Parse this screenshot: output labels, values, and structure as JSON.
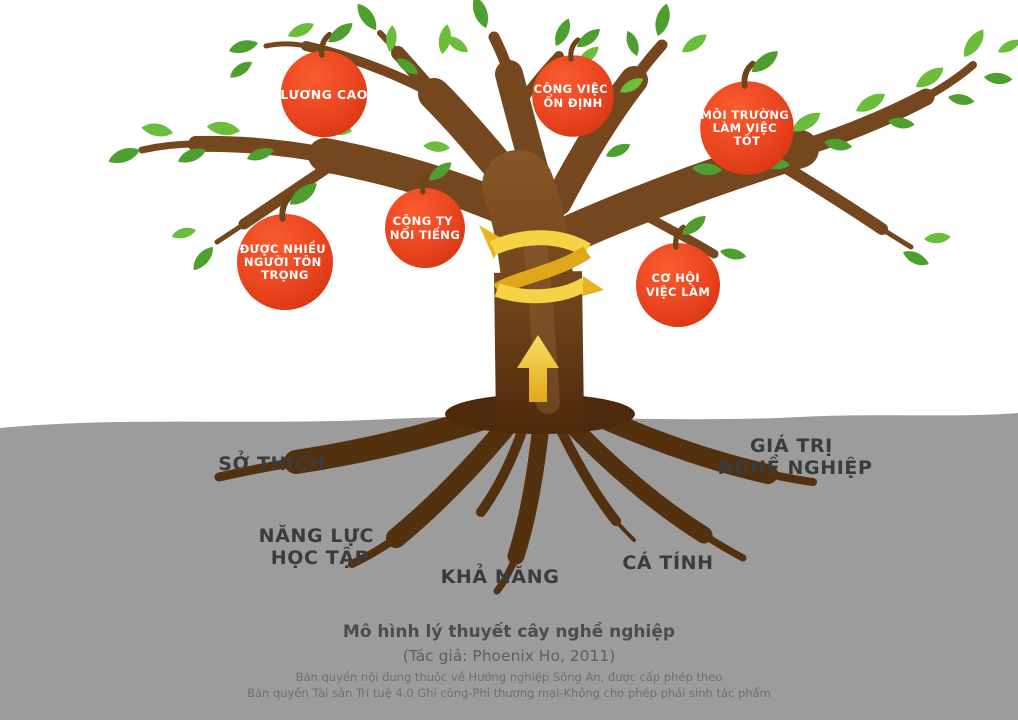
{
  "apples": [
    {
      "lines": [
        "LƯƠNG CAO"
      ]
    },
    {
      "lines": [
        "CÔNG VIỆC",
        "ỔN ĐỊNH"
      ]
    },
    {
      "lines": [
        "MÔI TRƯỜNG",
        "LÀM VIỆC",
        "TỐT"
      ]
    },
    {
      "lines": [
        "CÔNG TY",
        "NỔI TIẾNG"
      ]
    },
    {
      "lines": [
        "ĐƯỢC NHIỀU",
        "NGƯỜI TÔN",
        "TRỌNG"
      ]
    },
    {
      "lines": [
        "CƠ HỘI",
        "VIỆC LÀM"
      ]
    }
  ],
  "roots": [
    {
      "lines": [
        "SỞ THÍCH"
      ]
    },
    {
      "lines": [
        "NĂNG LỰC",
        "HỌC TẬP"
      ]
    },
    {
      "lines": [
        "KHẢ NĂNG"
      ]
    },
    {
      "lines": [
        "CÁ TÍNH"
      ]
    },
    {
      "lines": [
        "GIÁ TRỊ",
        "NGHỀ NGHIỆP"
      ]
    }
  ],
  "caption": {
    "title": "Mô hình lý thuyết cây nghề nghiệp",
    "author": "(Tác giả: Phoenix Ho, 2011)",
    "license_line1": "Bản quyền nội dung thuộc về Hướng nghiệp Sông An, được cấp phép theo",
    "license_line2": "Bản quyền Tài sản Trí tuệ 4.0 Ghi công-Phi thương mại-Không cho phép phái sinh tác phẩm"
  },
  "colors": {
    "apple": "#e8431f",
    "leaf": "#4da02f",
    "trunk": "#75471f",
    "root": "#53300e",
    "ground": "#9c9c9c",
    "ribbon": "#f6d245",
    "label_text": "#3b3b3b",
    "apple_text": "#ffffff"
  }
}
